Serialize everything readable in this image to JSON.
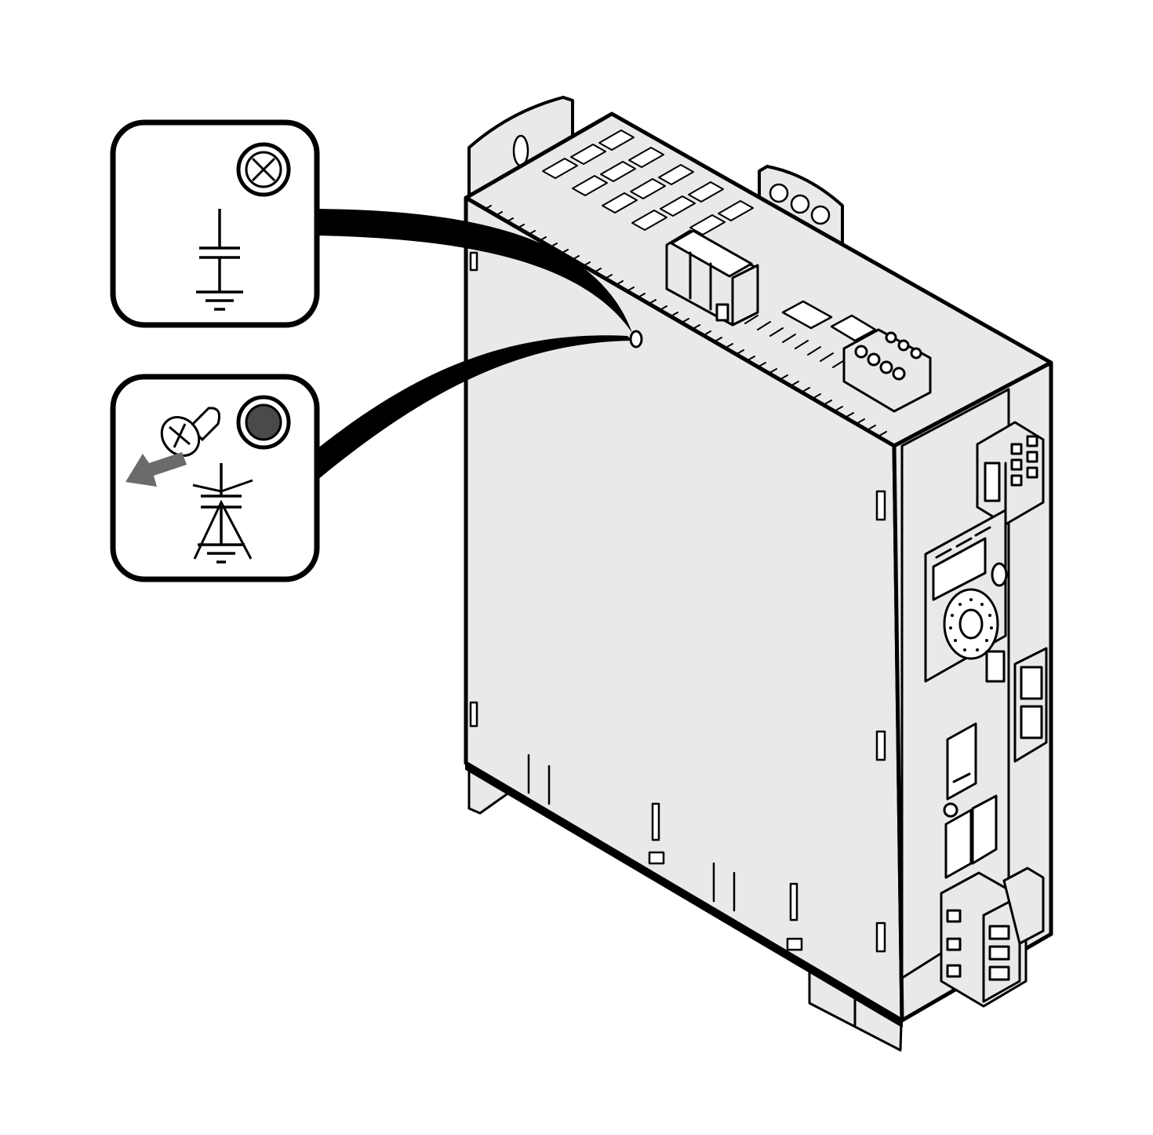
{
  "colors": {
    "outline": "#000000",
    "housing_fill": "#e8e9eb",
    "panel_fill": "#ffffff",
    "callout_fill": "#000000",
    "screw_dot": "#4a4a4a",
    "arrow": "#6b6b6b"
  },
  "callouts": [
    {
      "state": "connected",
      "icons": [
        "screw-head-icon",
        "capacitor-ground-icon"
      ]
    },
    {
      "state": "removed",
      "icons": [
        "screw-removed-icon",
        "removed-screw-dot-icon",
        "remove-arrow-icon",
        "capacitor-ground-disconnected-icon"
      ]
    }
  ],
  "device": {
    "type": "servo-drive",
    "icons": [
      "ground-screw-point-icon",
      "mounting-tab-icon",
      "connector-icon",
      "rotary-dial-icon",
      "rj45-port-icon"
    ]
  }
}
